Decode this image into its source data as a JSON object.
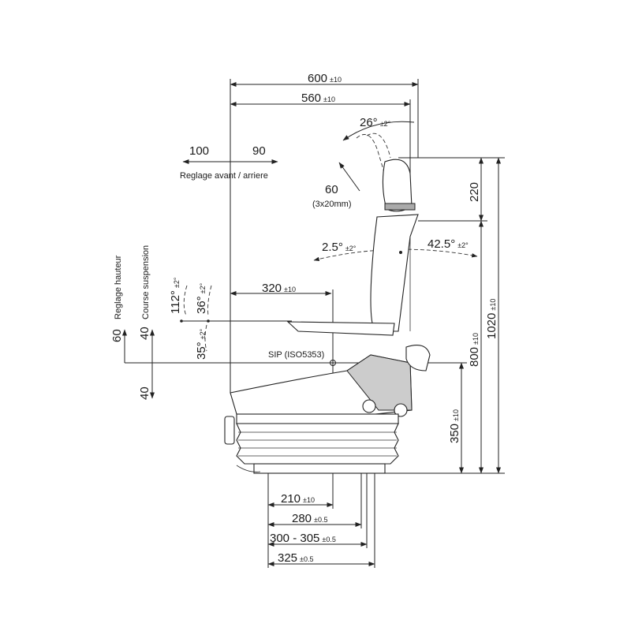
{
  "dimensions": {
    "overall_width": {
      "value": "600",
      "tol": "±10"
    },
    "back_width": {
      "value": "560",
      "tol": "±10"
    },
    "fore_aft_front": "100",
    "fore_aft_rear": "90",
    "fore_aft_label": "Reglage avant / arriere",
    "headrest_adjust": "60",
    "headrest_steps": "(3x20mm)",
    "headrest_angle": {
      "value": "26°",
      "tol": "±2°"
    },
    "headrest_height": "220",
    "total_height": {
      "value": "1020",
      "tol": "±10"
    },
    "back_height": {
      "value": "800",
      "tol": "±10"
    },
    "sip_height": {
      "value": "350",
      "tol": "±10"
    },
    "backrest_fwd": {
      "value": "2.5°",
      "tol": "±2°"
    },
    "backrest_rear": {
      "value": "42.5°",
      "tol": "±2°"
    },
    "sip_depth": {
      "value": "320",
      "tol": "±10"
    },
    "armrest_angle_112": {
      "value": "112°",
      "tol": "±2°"
    },
    "armrest_angle_36": {
      "value": "36°",
      "tol": "±2°"
    },
    "armrest_angle_35": {
      "value": "35°",
      "tol": "±2°"
    },
    "height_adjust_label": "Reglage hauteur",
    "height_adjust_value": "60",
    "suspension_label": "Course suspension",
    "suspension_up": "40",
    "suspension_down": "40",
    "sip_label": "SIP (ISO5353)",
    "base_210": {
      "value": "210",
      "tol": "±10"
    },
    "base_280": {
      "value": "280",
      "tol": "±0.5"
    },
    "base_300_305": {
      "value": "300 - 305",
      "tol": "±0.5"
    },
    "base_325": {
      "value": "325",
      "tol": "±0.5"
    }
  }
}
